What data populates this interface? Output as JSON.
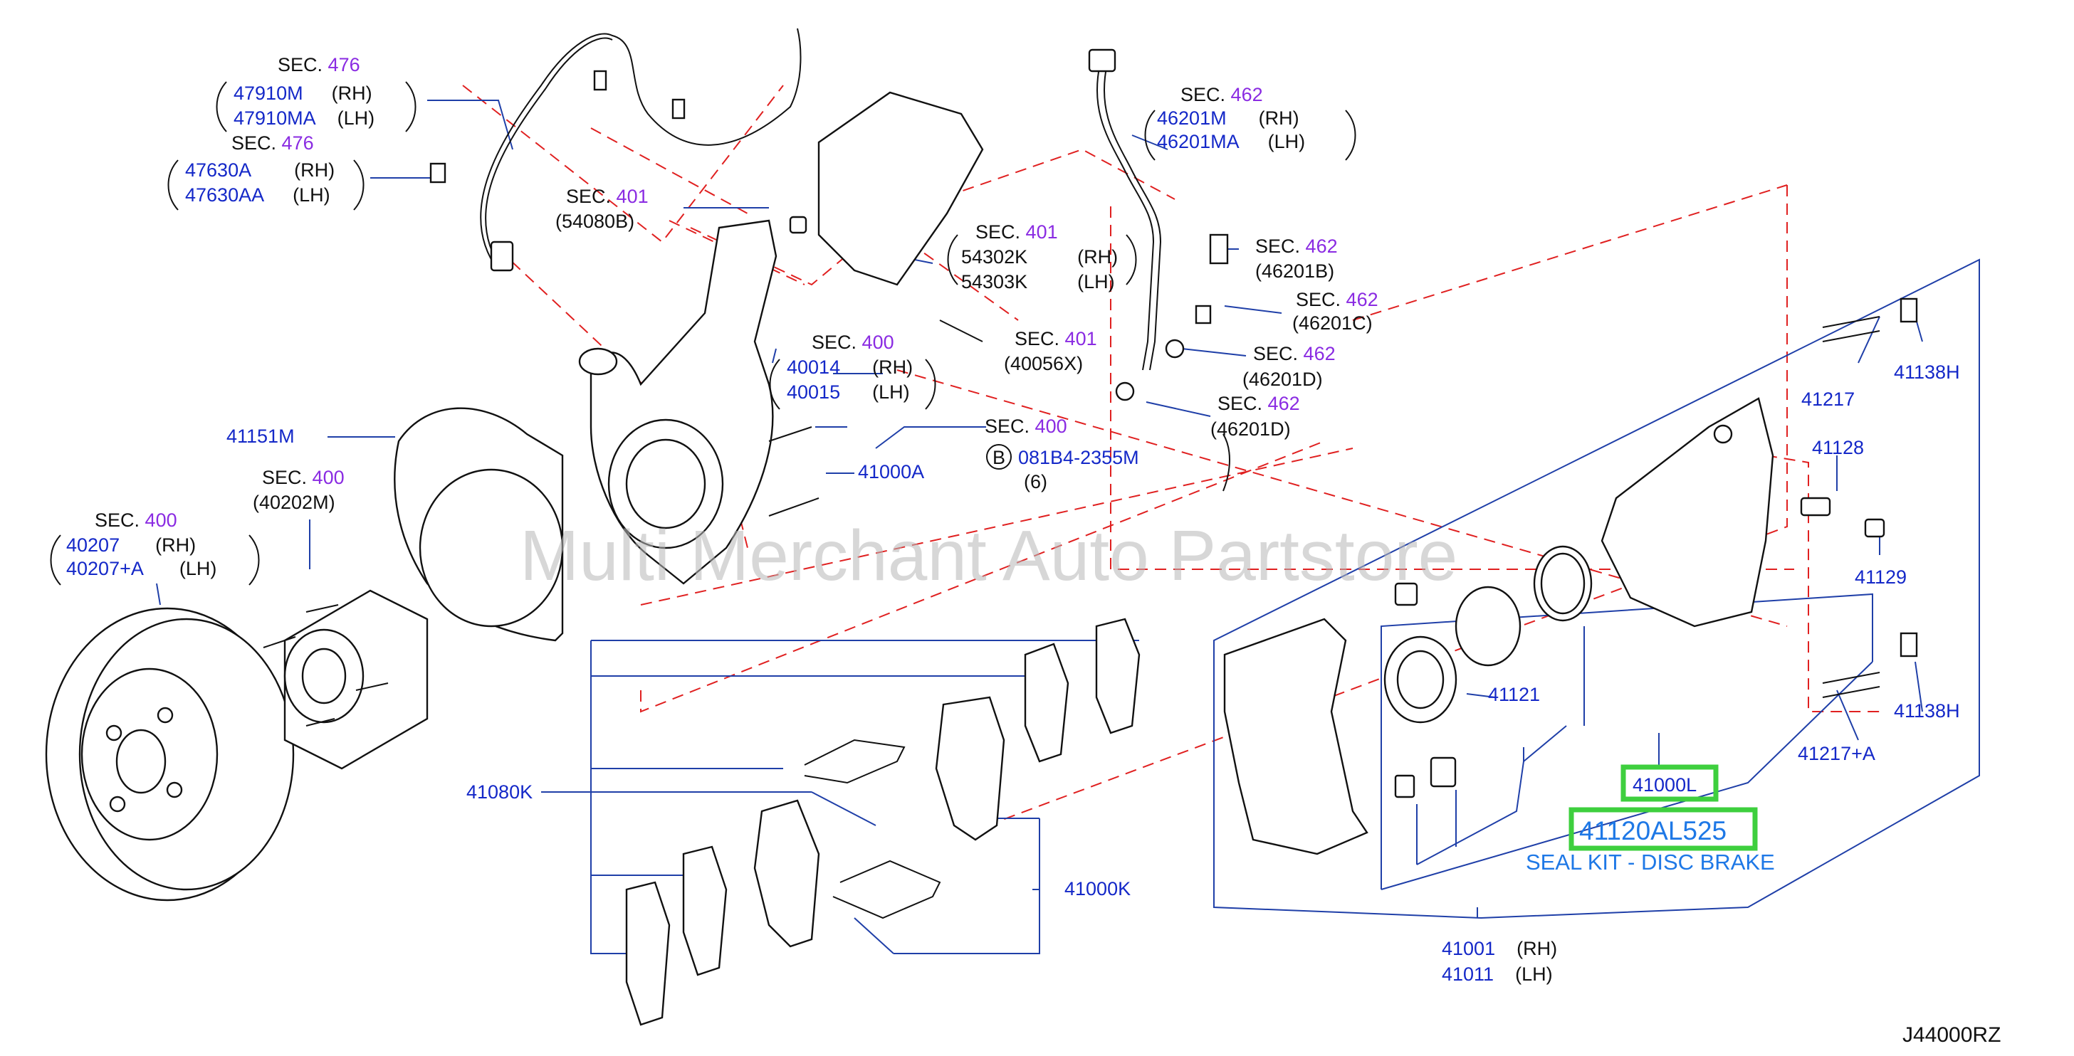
{
  "watermark": "Multi Merchant Auto Partstore",
  "diagram_code": "J44000RZ",
  "seal_kit": {
    "part": "41120AL525",
    "desc": "SEAL KIT - DISC BRAKE"
  },
  "colors": {
    "part_number": "#1428c8",
    "section": "#8a2be2",
    "highlight": "#3ecf3e",
    "callout": "#1e78e6",
    "dashed_line": "#e02020"
  },
  "labels": {
    "sec476a": {
      "sec": "SEC.",
      "num": "476"
    },
    "p47910m": {
      "part": "47910M",
      "side": "(RH)"
    },
    "p47910ma": {
      "part": "47910MA",
      "side": "(LH)"
    },
    "sec476b": {
      "sec": "SEC.",
      "num": "476"
    },
    "p47630a": {
      "part": "47630A",
      "side": "(RH)"
    },
    "p47630aa": {
      "part": "47630AA",
      "side": "(LH)"
    },
    "sec401a": {
      "sec": "SEC.",
      "num": "401",
      "ref": "(54080B)"
    },
    "sec401b": {
      "sec": "SEC.",
      "num": "401"
    },
    "p54302k": {
      "part": "54302K",
      "side": "(RH)"
    },
    "p54303k": {
      "part": "54303K",
      "side": "(LH)"
    },
    "sec401c": {
      "sec": "SEC.",
      "num": "401",
      "ref": "(40056X)"
    },
    "sec400a": {
      "sec": "SEC.",
      "num": "400"
    },
    "p40014": {
      "part": "40014",
      "side": "(RH)"
    },
    "p40015": {
      "part": "40015",
      "side": "(LH)"
    },
    "p41151m": {
      "part": "41151M"
    },
    "sec400b": {
      "sec": "SEC.",
      "num": "400",
      "ref": "(40202M)"
    },
    "sec400c": {
      "sec": "SEC.",
      "num": "400"
    },
    "p40207": {
      "part": "40207",
      "side": "(RH)"
    },
    "p40207a": {
      "part": "40207+A",
      "side": "(LH)"
    },
    "sec400d": {
      "sec": "SEC.",
      "num": "400"
    },
    "bolt": {
      "circle": "B",
      "part": "081B4-2355M",
      "qty": "(6)"
    },
    "p41000a": {
      "part": "41000A"
    },
    "sec462a": {
      "sec": "SEC.",
      "num": "462"
    },
    "p46201m": {
      "part": "46201M",
      "side": "(RH)"
    },
    "p46201ma": {
      "part": "46201MA",
      "side": "(LH)"
    },
    "sec462b": {
      "sec": "SEC.",
      "num": "462",
      "ref": "(46201B)"
    },
    "sec462c": {
      "sec": "SEC.",
      "num": "462",
      "ref": "(46201C)"
    },
    "sec462d": {
      "sec": "SEC.",
      "num": "462",
      "ref": "(46201D)"
    },
    "sec462e": {
      "sec": "SEC.",
      "num": "462",
      "ref": "(46201D)"
    },
    "p41217": {
      "part": "41217"
    },
    "p41138h1": {
      "part": "41138H"
    },
    "p41128": {
      "part": "41128"
    },
    "p41129": {
      "part": "41129"
    },
    "p41121": {
      "part": "41121"
    },
    "p41000l": {
      "part": "41000L"
    },
    "p41217a": {
      "part": "41217+A"
    },
    "p41138h2": {
      "part": "41138H"
    },
    "p41080k": {
      "part": "41080K"
    },
    "p41000k": {
      "part": "41000K"
    },
    "p41001": {
      "part": "41001",
      "side": "(RH)"
    },
    "p41011": {
      "part": "41011",
      "side": "(LH)"
    }
  }
}
